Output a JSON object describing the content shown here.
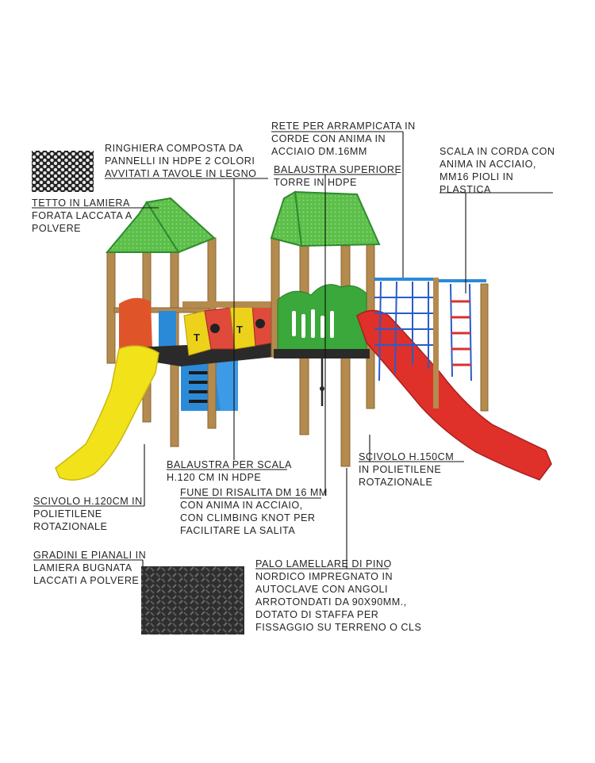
{
  "labels": {
    "tetto": [
      "TETTO IN LAMIERA",
      "FORATA LACCATA A",
      "POLVERE"
    ],
    "ringhiera": [
      "RINGHIERA COMPOSTA DA",
      "PANNELLI IN HDPE 2 COLORI",
      "AVVITATI A TAVOLE IN LEGNO"
    ],
    "rete": [
      "RETE PER ARRAMPICATA IN",
      "CORDE CON ANIMA IN",
      "ACCIAIO DM.16MM"
    ],
    "balaustra_superiore": [
      "BALAUSTRA SUPERIORE",
      "TORRE IN HDPE"
    ],
    "scala_corda": [
      "SCALA IN CORDA CON",
      "ANIMA IN ACCIAIO,",
      "MM16 PIOLI IN",
      "PLASTICA"
    ],
    "balaustra_scala": [
      "BALAUSTRA PER SCALA",
      "H.120 CM IN HDPE"
    ],
    "fune": [
      "FUNE DI RISALITA DM 16 MM",
      "CON ANIMA IN ACCIAIO,",
      "CON CLIMBING KNOT PER",
      "FACILITARE LA SALITA"
    ],
    "scivolo_150": [
      "SCIVOLO H.150CM",
      "IN POLIETILENE",
      "ROTAZIONALE"
    ],
    "scivolo_120": [
      "SCIVOLO H.120CM IN",
      "POLIETILENE",
      "ROTAZIONALE"
    ],
    "gradini": [
      "GRADINI E PIANALI IN",
      "LAMIERA BUGNATA",
      "LACCATI A POLVERE"
    ],
    "palo": [
      "PALO LAMELLARE DI PINO",
      "NORDICO IMPREGNATO IN",
      "AUTOCLAVE CON ANGOLI",
      "ARROTONDATI DA 90X90MM.,",
      "DOTATO DI STAFFA PER",
      "FISSAGGIO SU TERRENO O CLS"
    ]
  },
  "colors": {
    "wood": "#b48a4e",
    "wood_dark": "#8a6430",
    "roof_green": "#5cbf4a",
    "slide_yellow": "#f2e21a",
    "slide_red": "#e0302a",
    "panel_yellow": "#ecd21a",
    "panel_red": "#e04a3a",
    "panel_green": "#3aa83a",
    "stair_blue": "#2b8ad8",
    "net_blue": "#2a5cc8",
    "net_red": "#d83030"
  }
}
